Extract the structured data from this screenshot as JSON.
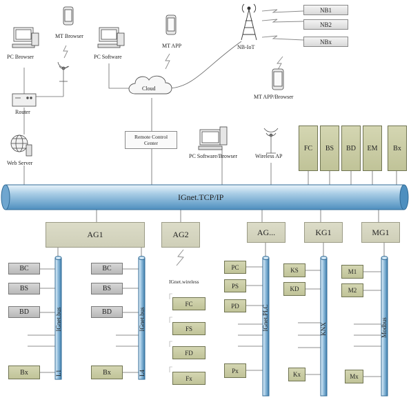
{
  "devices": {
    "pc_browser": "PC Browser",
    "mt_browser": "MT Browser",
    "pc_software": "PC Software",
    "mt_app": "MT APP",
    "nb_iot": "NB-IoT",
    "router": "Router",
    "web_server": "Web Server",
    "cloud": "Cloud",
    "mt_app_browser": "MT APP/Browser",
    "remote_control": "Remote Control Center",
    "pc_software_browser": "PC Software/Browser",
    "wireless_ap": "Wireless AP"
  },
  "nb_nodes": [
    "NB1",
    "NB2",
    "NBx"
  ],
  "top_modules": [
    "FC",
    "BS",
    "BD",
    "EM",
    "Bx"
  ],
  "backbone": "IGnet.TCP/IP",
  "gateways": {
    "ag1": "AG1",
    "ag2": "AG2",
    "ag_more": "AG...",
    "kg1": "KG1",
    "mg1": "MG1"
  },
  "bus_left": {
    "modules": [
      "BC",
      "BS",
      "BD",
      "Bx"
    ],
    "bus_label": "IGnet.bus",
    "line_label": "L1"
  },
  "bus_right": {
    "modules": [
      "BC",
      "BS",
      "BD",
      "Bx"
    ],
    "bus_label": "IGnet.bus",
    "line_label": "L4"
  },
  "wireless": {
    "label": "IGnet.wireless",
    "modules": [
      "FC",
      "FS",
      "FD",
      "Fx"
    ]
  },
  "plc": {
    "modules": [
      "PC",
      "PS",
      "PD",
      "Px"
    ],
    "bus_label": "IGnet.PLC"
  },
  "knx": {
    "modules": [
      "KS",
      "KD",
      "Kx"
    ],
    "bus_label": "KNX"
  },
  "modbus": {
    "modules": [
      "M1",
      "M2",
      "Mx"
    ],
    "bus_label": "Modbus"
  }
}
